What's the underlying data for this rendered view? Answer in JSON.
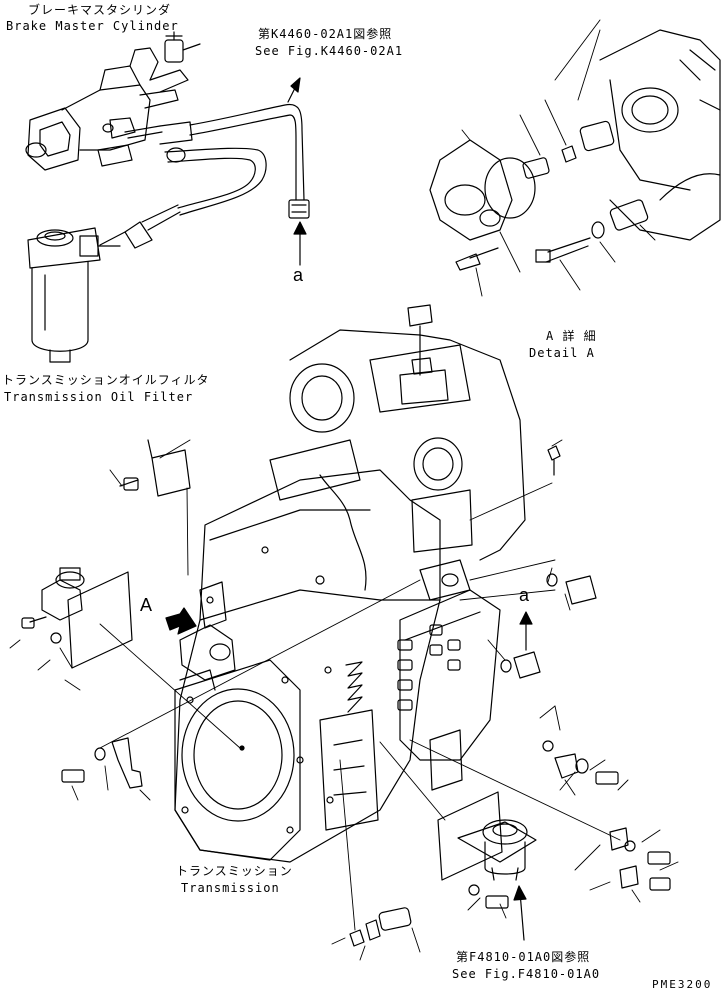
{
  "labels": {
    "brake_jp": "ブレーキマスタシリンダ",
    "brake_en": "Brake Master Cylinder",
    "fig_ref_top_jp": "第K4460-02A1図参照",
    "fig_ref_top_en": "See Fig.K4460-02A1",
    "arrow_a_top": "a",
    "detail_jp": "A 詳 細",
    "detail_en": "Detail A",
    "filter_jp": "トランスミッションオイルフィルタ",
    "filter_en": "Transmission Oil Filter",
    "view_A": "A",
    "arrow_a_mid": "a",
    "trans_jp": "トランスミッション",
    "trans_en": "Transmission",
    "fig_ref_bot_jp": "第F4810-01A0図参照",
    "fig_ref_bot_en": "See Fig.F4810-01A0",
    "drawing_code": "PME3200"
  },
  "colors": {
    "ink": "#000000",
    "paper": "#ffffff"
  }
}
